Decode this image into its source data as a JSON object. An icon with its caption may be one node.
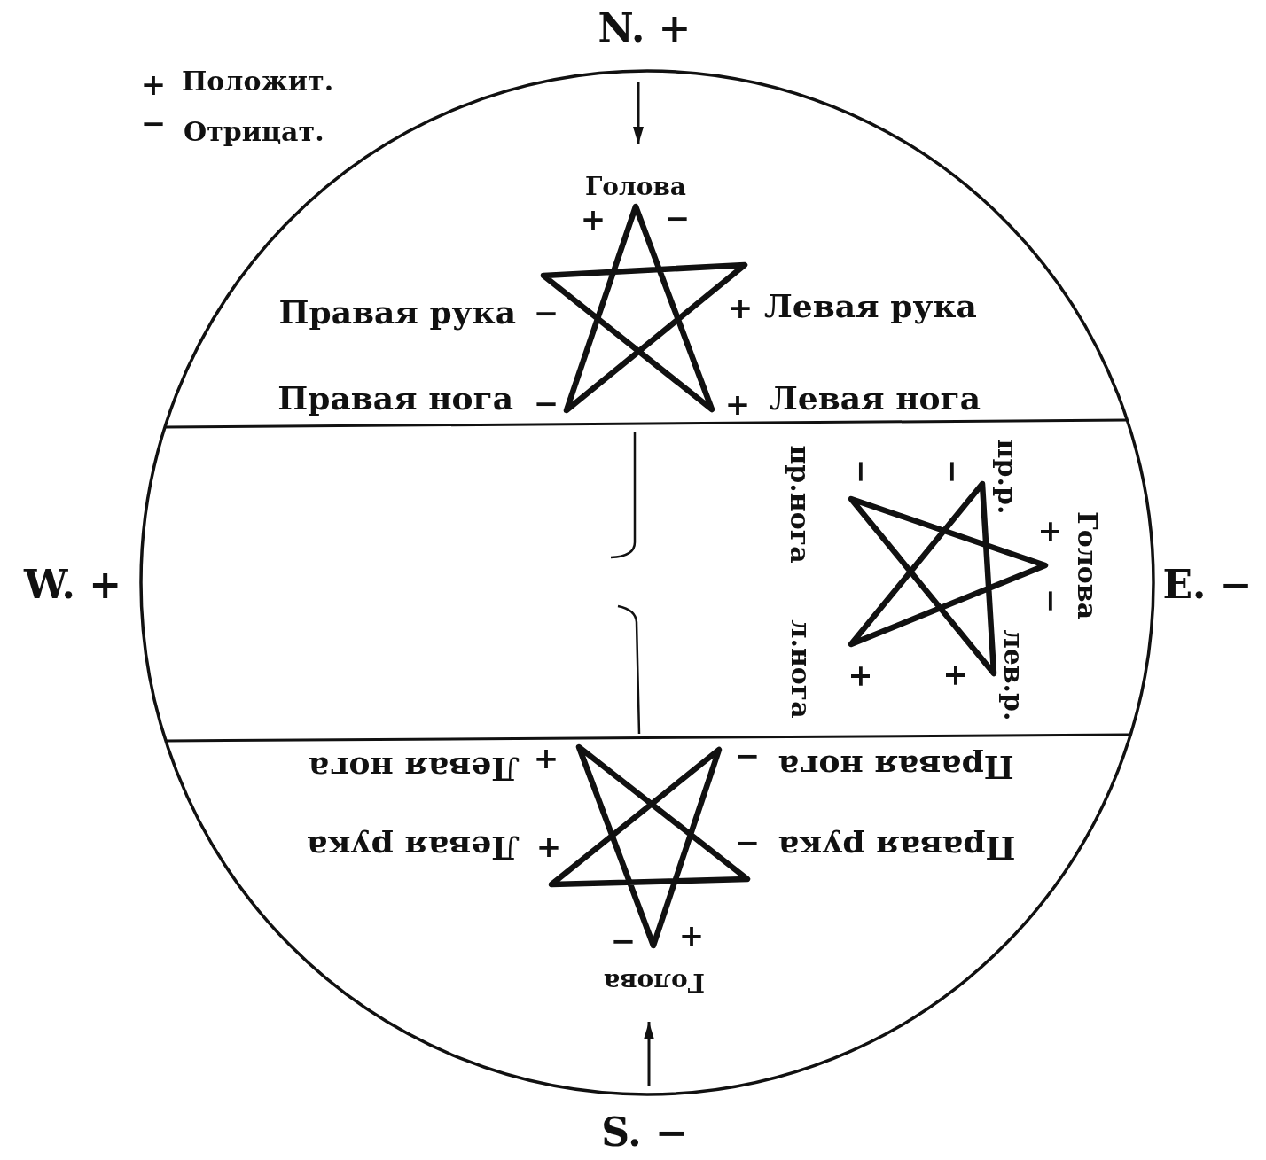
{
  "diagram": {
    "nodes": [
      {
        "text": [],
        "shape": "circle"
      },
      {
        "text": [],
        "shape": "star",
        "in": 0,
        "beside": [
          "Голова",
          "+",
          "−",
          "Правая рука",
          "−",
          "+",
          "Левая рука",
          "Правая нога",
          "−",
          "+",
          "Левая нога"
        ]
      },
      {
        "text": [],
        "shape": "star",
        "in": 0,
        "beside": [
          "пр.нога",
          "−",
          "−",
          "пр.р.",
          "+",
          "Голова",
          "−",
          "л.нога",
          "+",
          "+",
          "лев.р."
        ]
      },
      {
        "text": [],
        "shape": "star",
        "in": 0,
        "beside": [
          "Левая нога",
          "+",
          "−",
          "Правая нога",
          "Левая рука",
          "+",
          "−",
          "Правая рука",
          "−",
          "+",
          "Голова"
        ]
      }
    ],
    "edges": [
      {
        "from": null,
        "to": 1,
        "arrow": "to"
      },
      {
        "from": null,
        "to": 3,
        "arrow": "to"
      }
    ],
    "labels": [
      "N. +",
      "+",
      "−",
      "W. +",
      "E. −",
      "S. −"
    ],
    "legend": [
      {
        "text": "Положит."
      },
      {
        "text": "Отрицат."
      }
    ]
  }
}
